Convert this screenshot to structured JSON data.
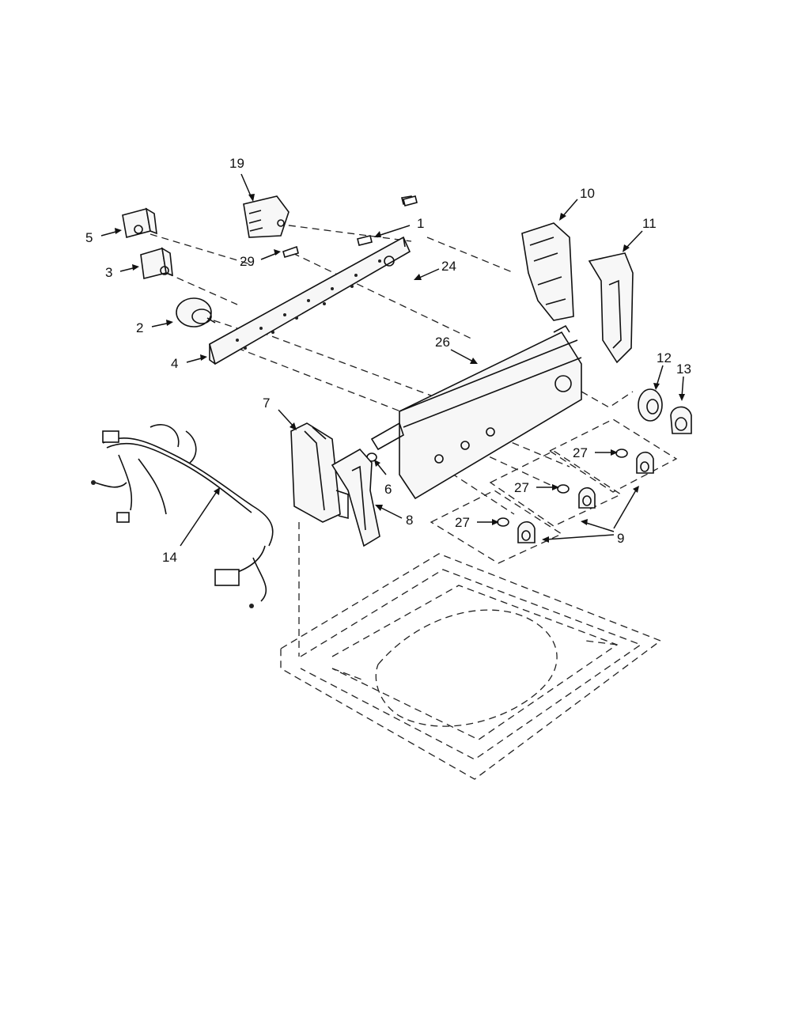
{
  "callouts": {
    "c1": "1",
    "c2": "2",
    "c3": "3",
    "c4": "4",
    "c5": "5",
    "c6": "6",
    "c7": "7",
    "c8": "8",
    "c9": "9",
    "c10": "10",
    "c11": "11",
    "c12": "12",
    "c13": "13",
    "c14": "14",
    "c19": "19",
    "c24": "24",
    "c26": "26",
    "c27a": "27",
    "c27b": "27",
    "c27c": "27",
    "c29": "29"
  }
}
